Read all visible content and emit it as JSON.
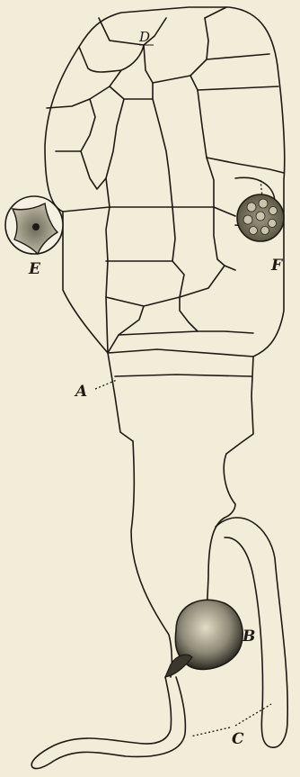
{
  "labels": {
    "A": "A",
    "B": "B",
    "C": "C",
    "D": "D",
    "E": "E",
    "F": "F"
  },
  "colors": {
    "background": "#f1edd9",
    "ink": "#1d1a14",
    "stipple": "#8d8a78"
  }
}
